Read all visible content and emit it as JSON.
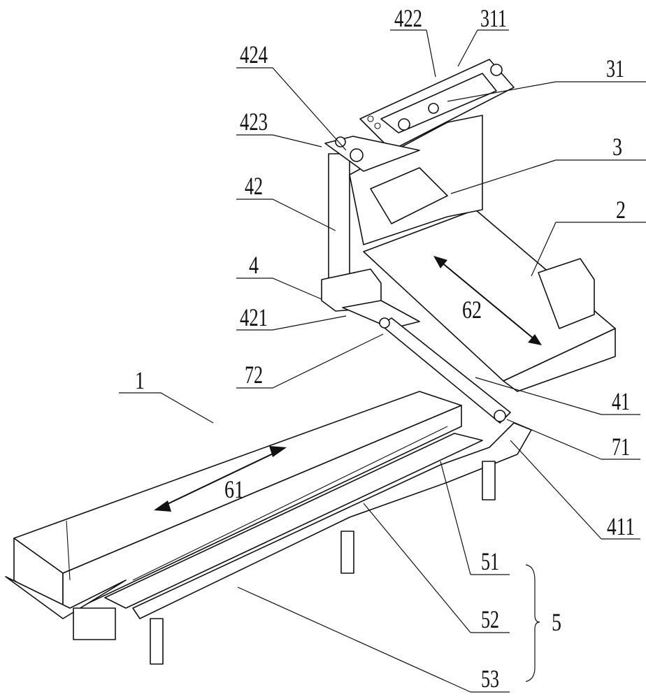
{
  "figure": {
    "labels": {
      "l422": "422",
      "l311": "311",
      "l424": "424",
      "l31": "31",
      "l423": "423",
      "l3": "3",
      "l42": "42",
      "l2": "2",
      "l4": "4",
      "l62": "62",
      "l421": "421",
      "l72": "72",
      "l1": "1",
      "l41": "41",
      "l61": "61",
      "l71": "71",
      "l411": "411",
      "l51": "51",
      "l52": "52",
      "l5": "5",
      "l53": "53"
    }
  }
}
